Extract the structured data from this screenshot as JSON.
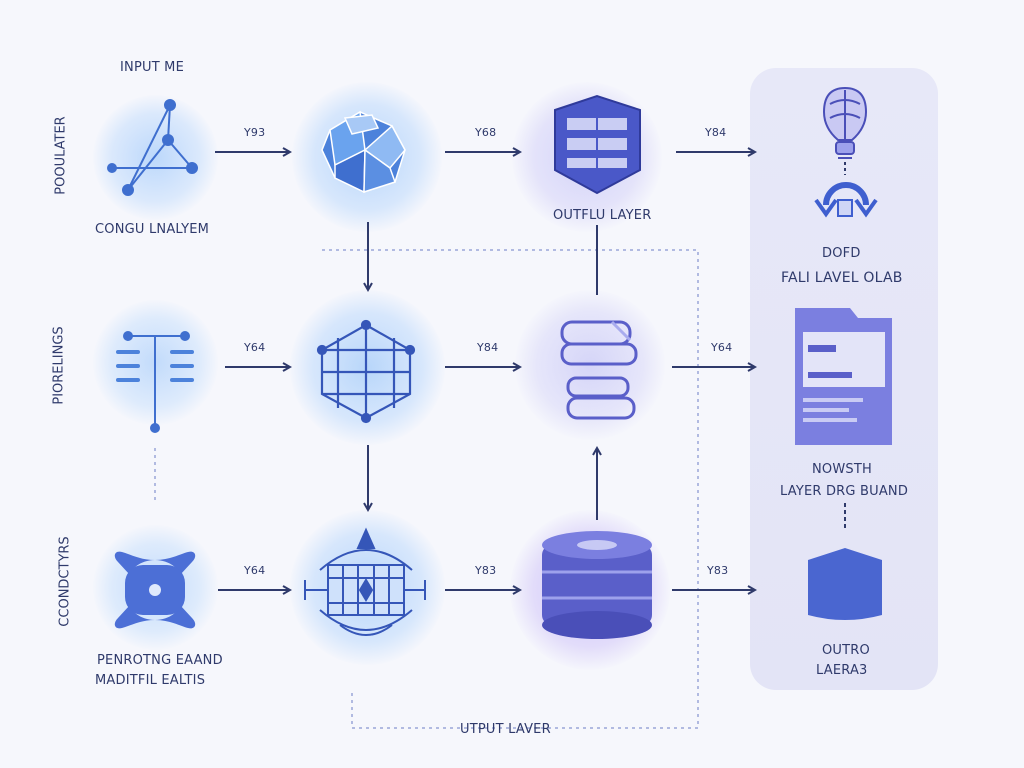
{
  "labels": {
    "input_title": "INPUT ME",
    "row1": "POOULATER",
    "row2": "PIORELINGS",
    "row3": "CCONDCTYRS",
    "node_caption_1": "CONGU LNALYEM",
    "node_caption_2": "OUTFLU LAYER",
    "node_caption_3a": "PENROTNG EAAND",
    "node_caption_3b": "MADITFIL EALTIS",
    "panel_caption_1a": "DOFD",
    "panel_caption_1b": "FALI LAVEL OLAB",
    "panel_caption_2a": "NOWSTH",
    "panel_caption_2b": "LAYER DRG BUAND",
    "panel_caption_3a": "OUTRO",
    "panel_caption_3b": "LAERA3",
    "bottom_caption": "UTPUT LAVER"
  },
  "edges": {
    "r1c1": "Y93",
    "r1c2": "Y68",
    "r1c3": "Y84",
    "r2c1": "Y64",
    "r2c2": "Y84",
    "r2c3": "Y64",
    "r3c1": "Y64",
    "r3c2": "Y83",
    "r3c3": "Y83"
  },
  "colors": {
    "ink": "#2f3a6b",
    "blue": "#3f73d6",
    "violet": "#6e6ad8",
    "panel": "#e5e6f7"
  }
}
